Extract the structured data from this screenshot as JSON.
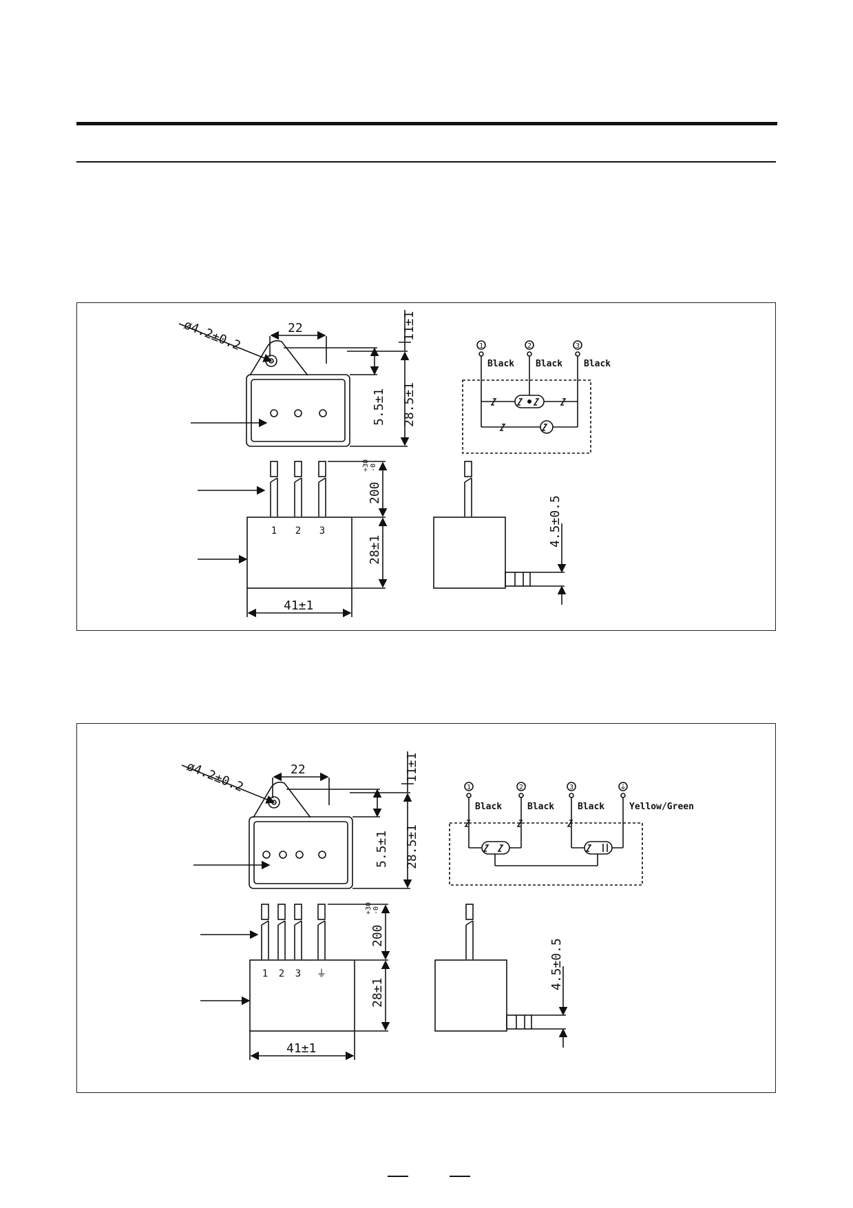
{
  "panel1": {
    "hole": "ø4.2±0.2",
    "width_top": "22",
    "dim_top": "11±1",
    "dim_mount": "5.5±1",
    "dim_height": "28.5±1",
    "dim_lead": "200",
    "dim_lead_tol_plus": "+30",
    "dim_lead_tol_minus": "-0",
    "dim_body": "28±1",
    "dim_width": "41±1",
    "dim_side": "4.5±0.5",
    "pins": [
      "1",
      "2",
      "3"
    ],
    "wires": [
      {
        "num": "1",
        "color": "Black"
      },
      {
        "num": "2",
        "color": "Black"
      },
      {
        "num": "3",
        "color": "Black"
      }
    ]
  },
  "panel2": {
    "hole": "ø4.2±0.2",
    "width_top": "22",
    "dim_top": "11±1",
    "dim_mount": "5.5±1",
    "dim_height": "28.5±1",
    "dim_lead": "200",
    "dim_lead_tol_plus": "+30",
    "dim_lead_tol_minus": "-0",
    "dim_body": "28±1",
    "dim_width": "41±1",
    "dim_side": "4.5±0.5",
    "pins": [
      "1",
      "2",
      "3",
      "⏚"
    ],
    "wires": [
      {
        "num": "1",
        "color": "Black"
      },
      {
        "num": "2",
        "color": "Black"
      },
      {
        "num": "3",
        "color": "Black"
      },
      {
        "num": "⏚",
        "color": "Yellow/Green"
      }
    ]
  }
}
